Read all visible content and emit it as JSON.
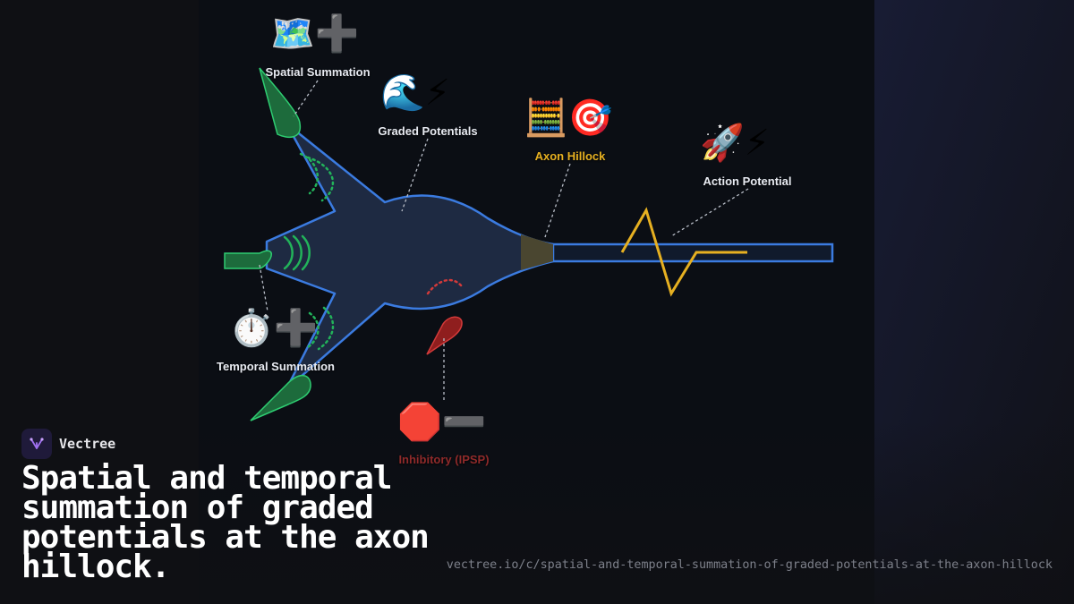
{
  "brand": {
    "name": "Vectree"
  },
  "title": "Spatial and temporal summation of graded potentials at the axon hillock.",
  "url": "vectree.io/c/spatial-and-temporal-summation-of-graded-potentials-at-the-axon-hillock",
  "colors": {
    "background": "#0f1014",
    "panel": "#0b0e14",
    "neuron_fill": "#1e2a42",
    "neuron_outline": "#3b7be0",
    "excitatory": "#22a354",
    "inhibitory": "#d33a3a",
    "hillock": "#4a4630",
    "action_potential": "#e6b021",
    "highlight_label": "#e6b021",
    "inhibitory_label": "#8f2a2a"
  },
  "labels": {
    "spatial": {
      "text": "Spatial Summation",
      "icons": "🗺️➕",
      "icon_names": [
        "map-icon",
        "plus-icon"
      ]
    },
    "graded": {
      "text": "Graded Potentials",
      "icons": "🌊⚡",
      "icon_names": [
        "wave-icon",
        "lightning-icon"
      ]
    },
    "hillock": {
      "text": "Axon Hillock",
      "icons": "🧮🎯",
      "icon_names": [
        "abacus-icon",
        "target-icon"
      ]
    },
    "action": {
      "text": "Action Potential",
      "icons": "🚀⚡",
      "icon_names": [
        "rocket-icon",
        "lightning-icon"
      ]
    },
    "temporal": {
      "text": "Temporal Summation",
      "icons": "⏱️➕",
      "icon_names": [
        "stopwatch-icon",
        "plus-icon"
      ]
    },
    "inhibitory": {
      "text": "Inhibitory (IPSP)",
      "icons": "🛑➖",
      "icon_names": [
        "stop-sign-icon",
        "minus-icon"
      ]
    }
  }
}
